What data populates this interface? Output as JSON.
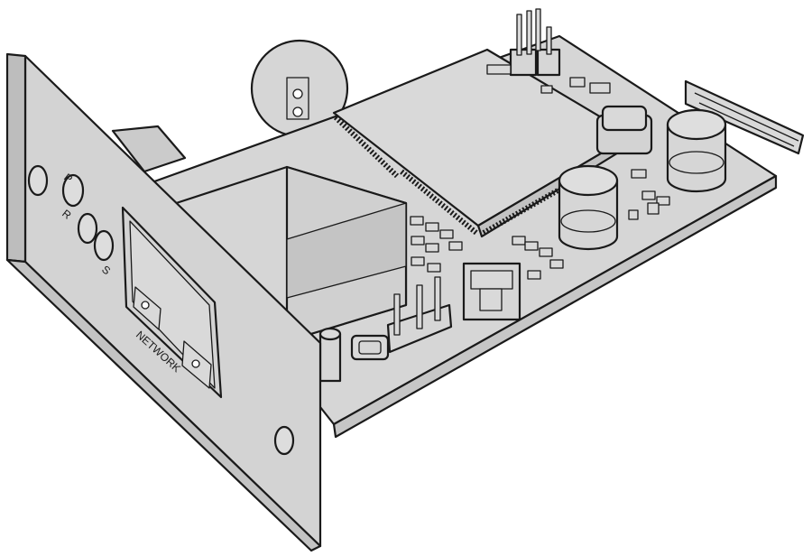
{
  "image": {
    "subject": "network-card-module",
    "colors": {
      "panel": "#d3d3d3",
      "panel_edge": "#bdbdbd",
      "board": "#d6d6d6",
      "chip": "#d9d9d9",
      "outline": "#1a1a1a",
      "background": "#ffffff"
    }
  },
  "panel_labels": {
    "p": "P",
    "r": "R",
    "s": "S",
    "network": "NETWORK"
  }
}
